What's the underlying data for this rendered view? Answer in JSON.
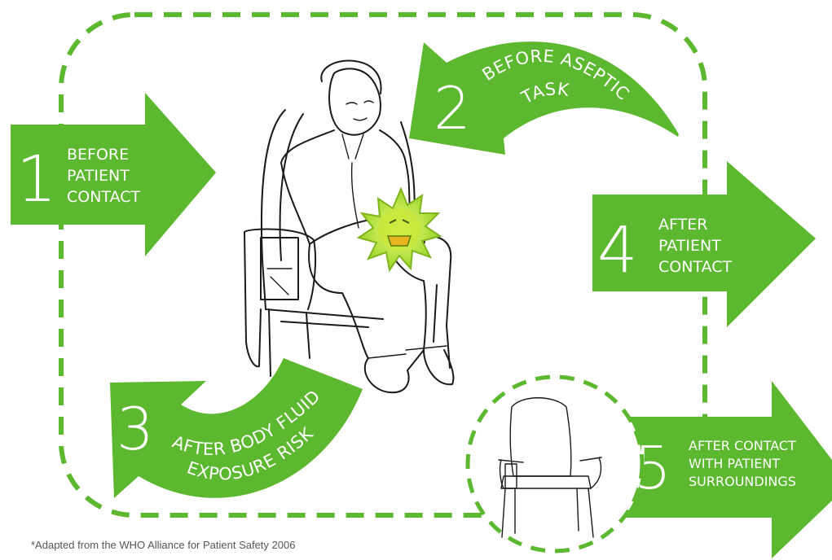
{
  "colors": {
    "accent": "#5cb82e",
    "dash": "#5cb82e"
  },
  "moments": [
    {
      "number": "1",
      "lines": [
        "BEFORE",
        "PATIENT",
        "CONTACT"
      ]
    },
    {
      "number": "2",
      "arc_text": "BEFORE ASEPTIC",
      "arc_text_2": "TASK"
    },
    {
      "number": "3",
      "arc_text": "AFTER BODY FLUID",
      "arc_text_2": "EXPOSURE RISK"
    },
    {
      "number": "4",
      "lines": [
        "AFTER",
        "PATIENT",
        "CONTACT"
      ]
    },
    {
      "number": "5",
      "lines": [
        "AFTER CONTACT",
        "WITH PATIENT",
        "SURROUNDINGS"
      ]
    }
  ],
  "icons": [
    "patient-in-chair-illustration",
    "germ-icon",
    "empty-chair-illustration"
  ],
  "footnote": "*Adapted from the WHO Alliance for Patient Safety 2006"
}
